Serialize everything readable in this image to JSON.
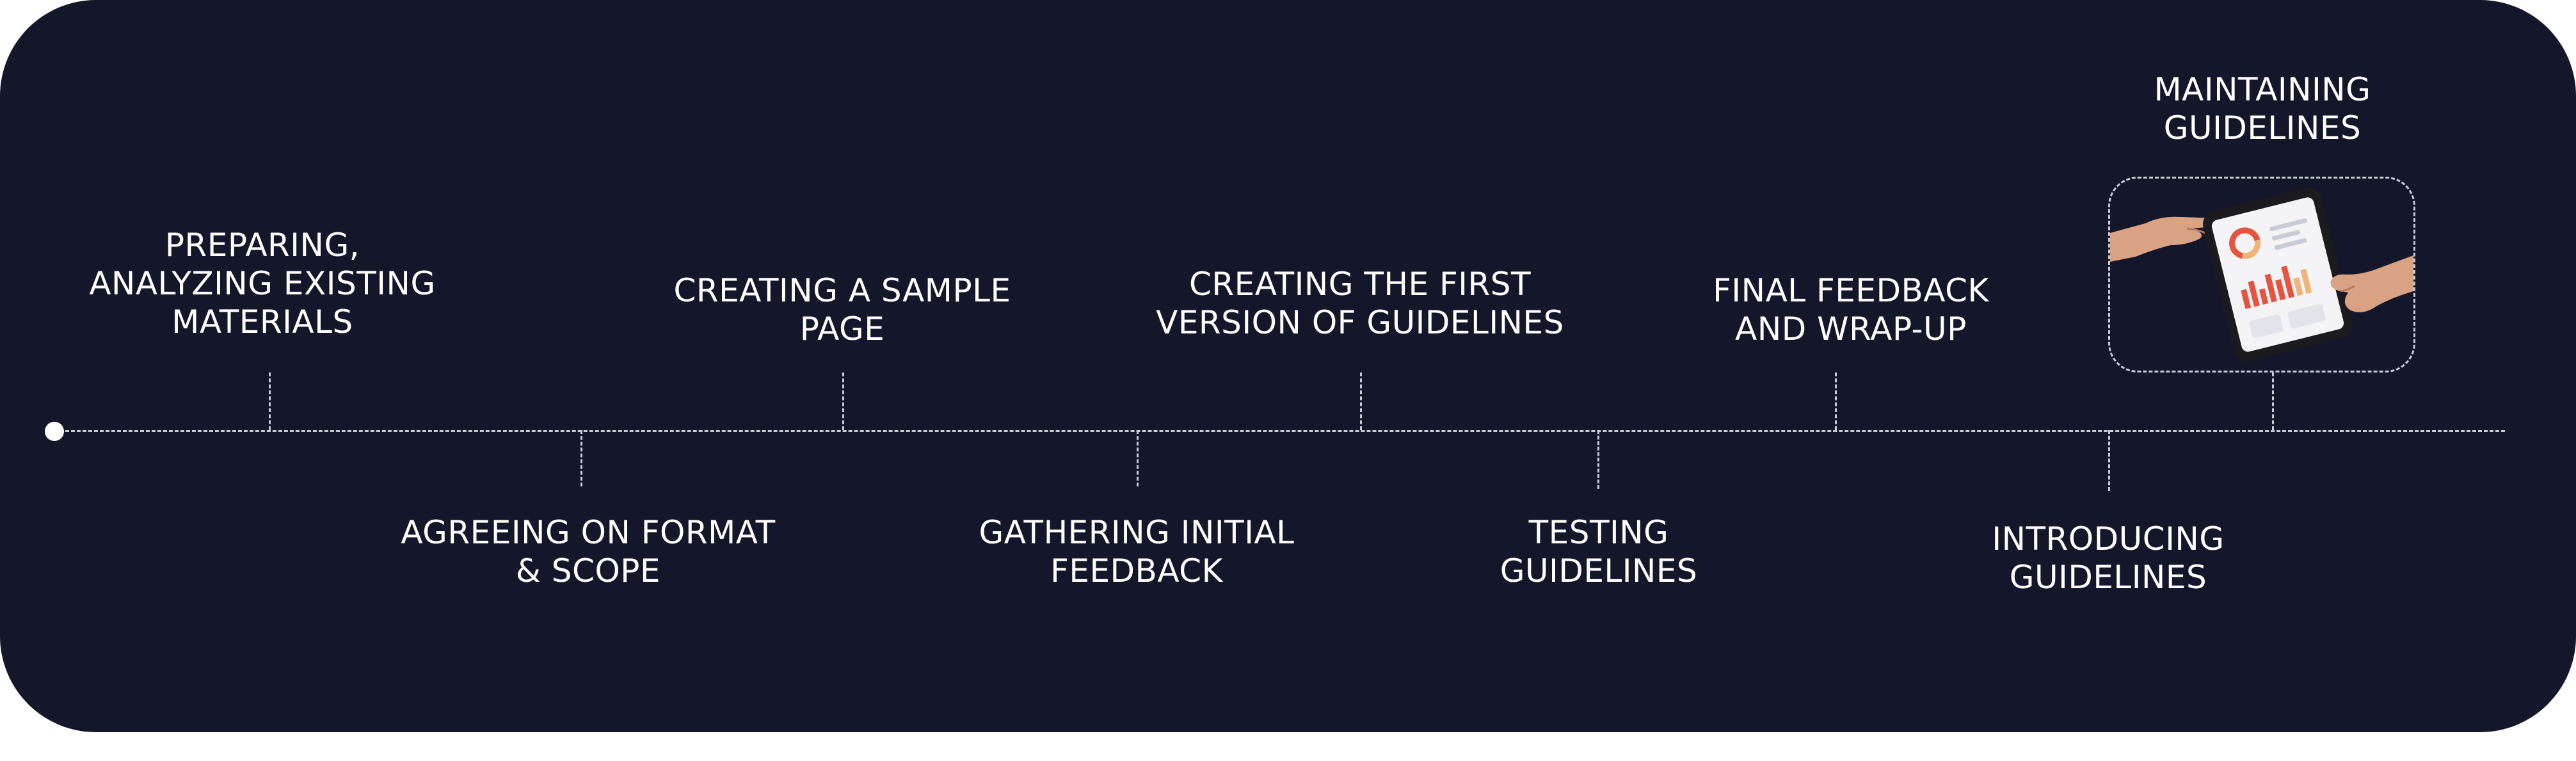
{
  "timeline": {
    "stages": [
      {
        "id": "preparing",
        "label": "Preparing,\nanalyzing existing\nmaterials",
        "position": "above"
      },
      {
        "id": "agreeing",
        "label": "Agreeing on format\n& scope",
        "position": "below"
      },
      {
        "id": "sample-page",
        "label": "Creating a sample\npage",
        "position": "above"
      },
      {
        "id": "initial-feedback",
        "label": "Gathering initial\nfeedback",
        "position": "below"
      },
      {
        "id": "first-version",
        "label": "Creating the first\nversion of guidelines",
        "position": "above"
      },
      {
        "id": "testing",
        "label": "Testing\nguidelines",
        "position": "below"
      },
      {
        "id": "final-feedback",
        "label": "Final feedback\nand wrap-up",
        "position": "above"
      },
      {
        "id": "introducing",
        "label": "Introducing\nguidelines",
        "position": "below"
      },
      {
        "id": "maintaining",
        "label": "Maintaining\nguidelines",
        "position": "above"
      }
    ]
  },
  "illustration": {
    "icon": "hands-holding-tablet-dashboard-icon",
    "colors": {
      "skin": "#d9a283",
      "tablet": "#1b1b1f",
      "screen": "#f4f4f6",
      "accent": "#e6533f"
    }
  },
  "colors": {
    "background": "#14172a",
    "line": "#c9cbd6",
    "text": "#ffffff"
  }
}
